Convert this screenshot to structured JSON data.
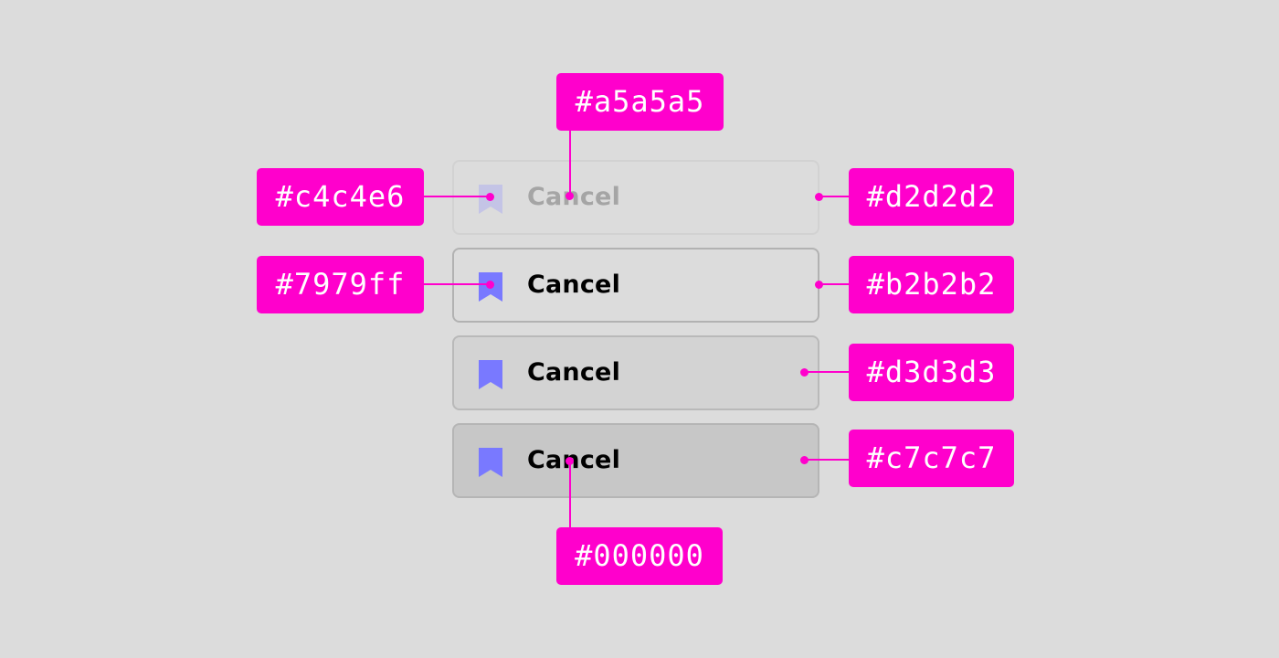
{
  "buttons": [
    {
      "state": "disabled",
      "label": "Cancel",
      "icon": "bookmark-icon",
      "icon_color": "#c4c4e6",
      "text_color": "#a5a5a5",
      "border_color": "#d2d2d2"
    },
    {
      "state": "default",
      "label": "Cancel",
      "icon": "bookmark-icon",
      "icon_color": "#7979ff",
      "text_color": "#000000",
      "border_color": "#b2b2b2"
    },
    {
      "state": "hover",
      "label": "Cancel",
      "icon": "bookmark-icon",
      "icon_color": "#7979ff",
      "text_color": "#000000",
      "background_color": "#d3d3d3"
    },
    {
      "state": "pressed",
      "label": "Cancel",
      "icon": "bookmark-icon",
      "icon_color": "#7979ff",
      "text_color": "#000000",
      "background_color": "#c7c7c7"
    }
  ],
  "annotations": {
    "disabled_text": "#a5a5a5",
    "disabled_icon": "#c4c4e6",
    "disabled_border": "#d2d2d2",
    "default_icon": "#7979ff",
    "default_border": "#b2b2b2",
    "hover_background": "#d3d3d3",
    "pressed_background": "#c7c7c7",
    "pressed_text": "#000000"
  },
  "colors": {
    "annotation": "#ff00cc",
    "page_background": "#dcdcdc"
  }
}
